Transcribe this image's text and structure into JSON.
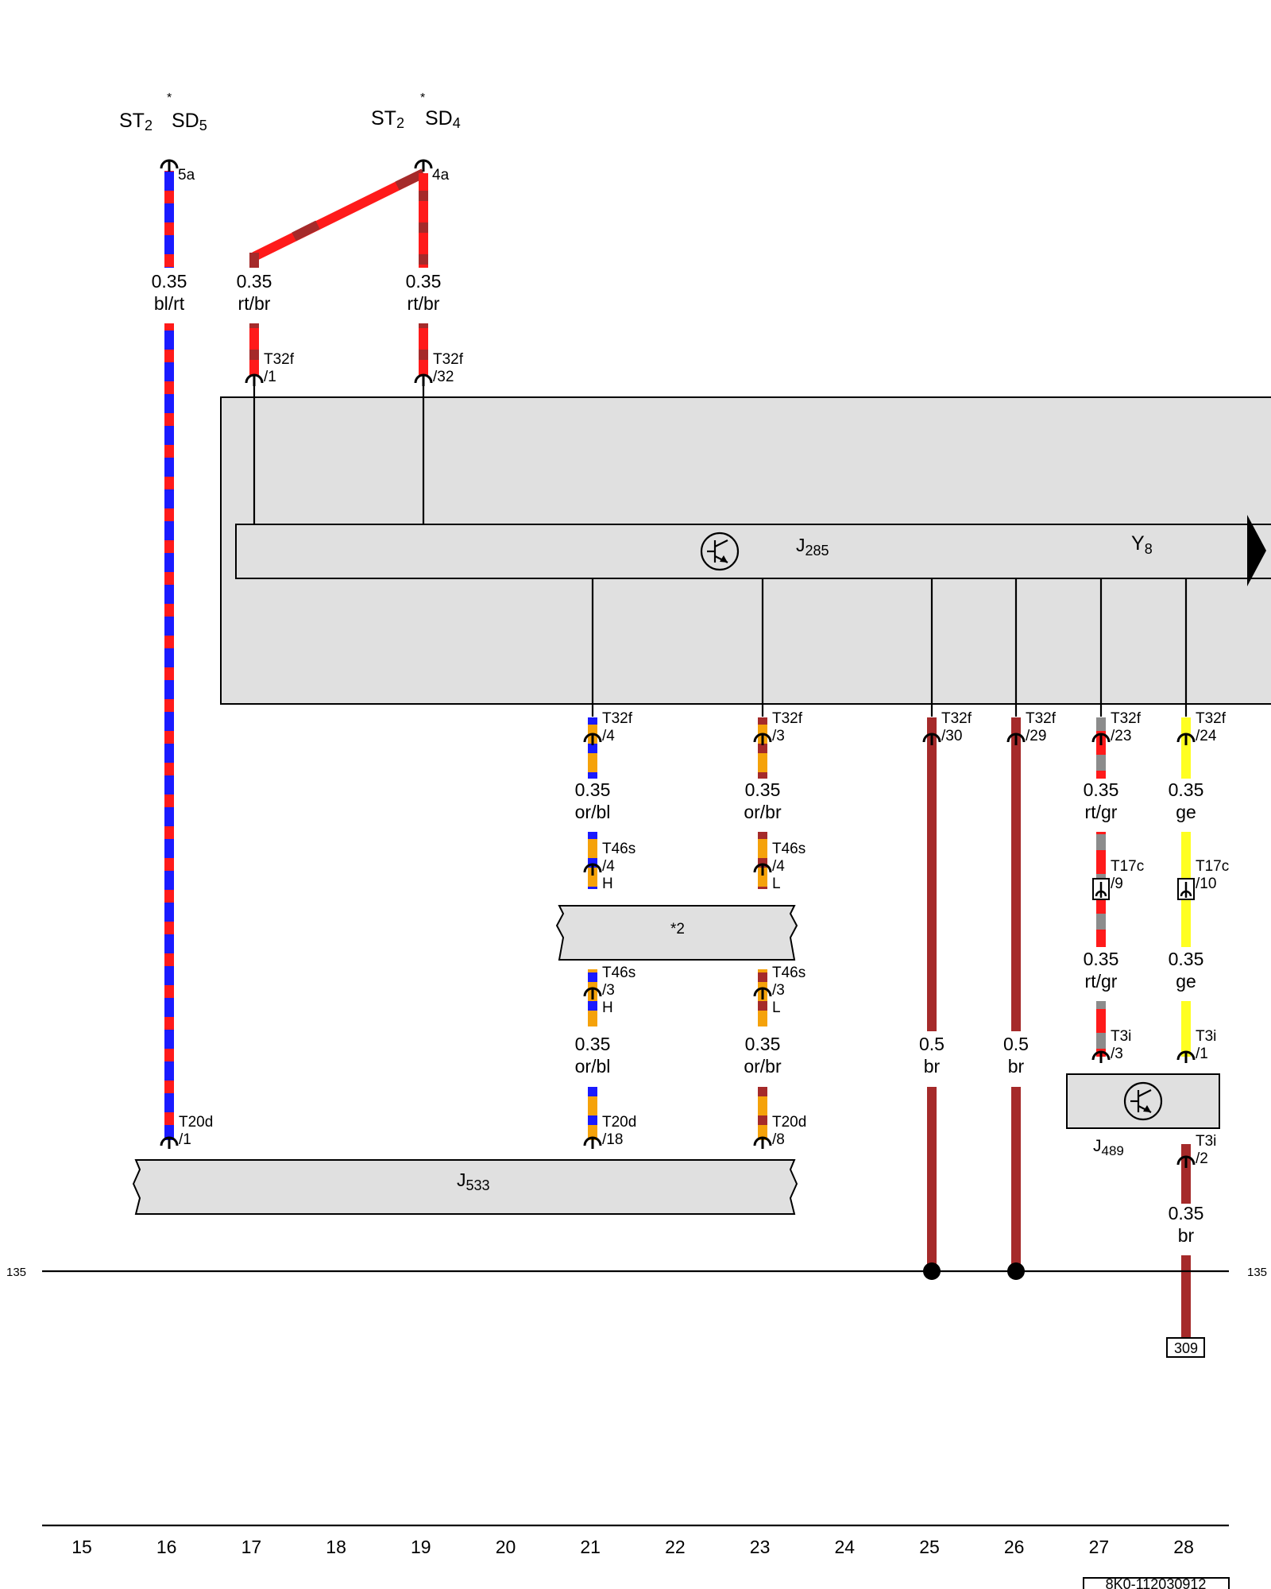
{
  "colors": {
    "bl": "#1a1aff",
    "rt": "#ff1a1a",
    "br": "#a52a2a",
    "or": "#f5a20a",
    "gr": "#8c8c8c",
    "ge": "#ffff22",
    "box_fill": "#e0e0e0"
  },
  "top_refs": [
    {
      "st": "ST",
      "st_sub": "2",
      "star": "*",
      "sd": "SD",
      "sd_sub": "5",
      "pin": "5a"
    },
    {
      "st": "ST",
      "st_sub": "2",
      "star": "*",
      "sd": "SD",
      "sd_sub": "4",
      "pin": "4a"
    }
  ],
  "components": {
    "j285": {
      "name": "J",
      "sub": "285"
    },
    "y8": {
      "name": "Y",
      "sub": "8"
    },
    "gateway": {
      "label": "*2"
    },
    "j533": {
      "name": "J",
      "sub": "533"
    },
    "j489": {
      "name": "J",
      "sub": "489"
    }
  },
  "wire_labels": [
    {
      "size": "0.35",
      "color": "bl/rt"
    },
    {
      "size": "0.35",
      "color": "rt/br"
    },
    {
      "size": "0.35",
      "color": "rt/br"
    },
    {
      "size": "0.35",
      "color": "or/bl"
    },
    {
      "size": "0.35",
      "color": "or/br"
    },
    {
      "size": "0.35",
      "color": "rt/gr"
    },
    {
      "size": "0.35",
      "color": "ge"
    },
    {
      "size": "0.35",
      "color": "rt/gr"
    },
    {
      "size": "0.35",
      "color": "ge"
    },
    {
      "size": "0.35",
      "color": "or/bl"
    },
    {
      "size": "0.35",
      "color": "or/br"
    },
    {
      "size": "0.5",
      "color": "br"
    },
    {
      "size": "0.5",
      "color": "br"
    },
    {
      "size": "0.35",
      "color": "br"
    }
  ],
  "pins": [
    {
      "conn": "T32f",
      "num": "/1"
    },
    {
      "conn": "T32f",
      "num": "/32"
    },
    {
      "conn": "T32f",
      "num": "/4"
    },
    {
      "conn": "T32f",
      "num": "/3"
    },
    {
      "conn": "T32f",
      "num": "/30"
    },
    {
      "conn": "T32f",
      "num": "/29"
    },
    {
      "conn": "T32f",
      "num": "/23"
    },
    {
      "conn": "T32f",
      "num": "/24"
    },
    {
      "conn": "T46s",
      "num": "/4",
      "sig": "H"
    },
    {
      "conn": "T46s",
      "num": "/4",
      "sig": "L"
    },
    {
      "conn": "T17c",
      "num": "/9"
    },
    {
      "conn": "T17c",
      "num": "/10"
    },
    {
      "conn": "T46s",
      "num": "/3",
      "sig": "H"
    },
    {
      "conn": "T46s",
      "num": "/3",
      "sig": "L"
    },
    {
      "conn": "T3i",
      "num": "/3"
    },
    {
      "conn": "T3i",
      "num": "/1"
    },
    {
      "conn": "T20d",
      "num": "/1"
    },
    {
      "conn": "T20d",
      "num": "/18"
    },
    {
      "conn": "T20d",
      "num": "/8"
    },
    {
      "conn": "T3i",
      "num": "/2"
    }
  ],
  "ground_line": {
    "left": "135",
    "right": "135"
  },
  "ref_box": "309",
  "columns": [
    "15",
    "16",
    "17",
    "18",
    "19",
    "20",
    "21",
    "22",
    "23",
    "24",
    "25",
    "26",
    "27",
    "28"
  ],
  "doc_id": "8K0-112030912"
}
